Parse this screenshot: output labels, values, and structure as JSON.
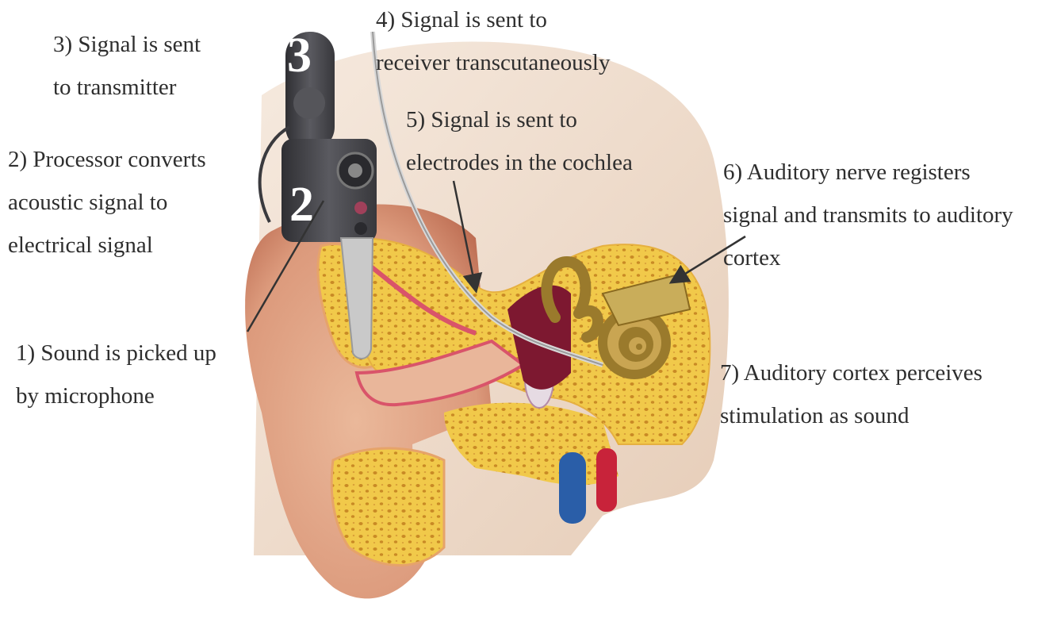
{
  "labels": {
    "step1": [
      "1) Sound is picked up",
      "by microphone"
    ],
    "step2": [
      "2) Processor converts",
      "acoustic signal to",
      "electrical signal"
    ],
    "step3": [
      "3) Signal is sent",
      "to transmitter"
    ],
    "step4": [
      "4) Signal is sent to",
      "receiver transcutaneously"
    ],
    "step5": [
      "5) Signal is sent to",
      "electrodes in the cochlea"
    ],
    "step6": [
      "6) Auditory nerve registers",
      "signal and transmits to auditory",
      "cortex"
    ],
    "step7": [
      "7) Auditory cortex perceives",
      "stimulation as sound"
    ]
  },
  "device_numbers": {
    "processor": "2",
    "transmitter": "3"
  },
  "colors": {
    "skin": "#e3a98a",
    "skin_dark": "#b8664c",
    "bone": "#f2cf4a",
    "bone_pore": "#c98a25",
    "cartilage": "#f4e6a8",
    "membrane": "#d9546a",
    "cochlea": "#9a7a2c",
    "nerve": "#c9ad5a",
    "device": "#4a4a4e",
    "artery": "#c8233a",
    "vein": "#2a5ea8",
    "arrow": "#333333"
  }
}
